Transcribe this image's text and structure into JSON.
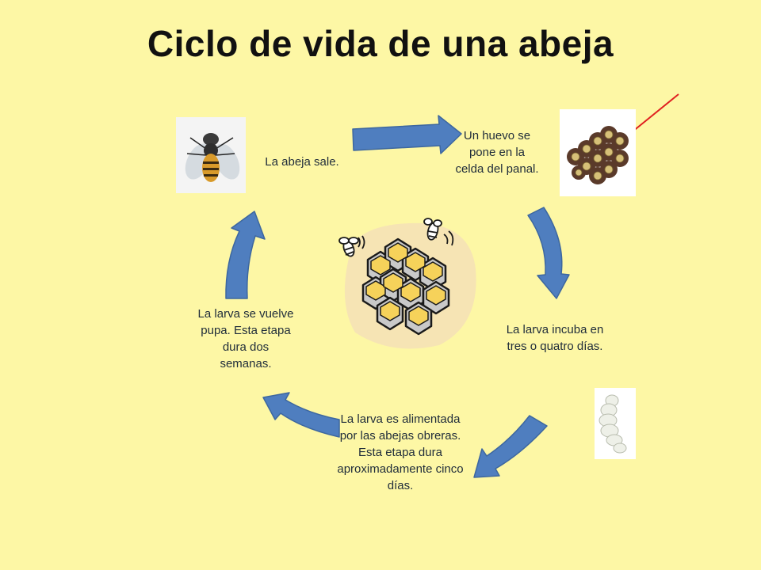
{
  "title": "Ciclo de vida de una abeja",
  "steps": [
    "Un huevo se pone en la celda del panal.",
    "La larva incuba en tres o quatro días.",
    "La larva es alimentada por las abejas obreras. Esta etapa dura aproximadamente cinco días.",
    "La larva se vuelve pupa. Esta etapa dura dos semanas.",
    "La abeja sale."
  ],
  "colors": {
    "background": "#FDF7A5",
    "arrow_fill": "#4F7EBF",
    "arrow_stroke": "#3D679F",
    "pointer_arrow": "#E02020"
  },
  "icons": [
    "fly-photo-icon",
    "honeycomb-eggs-photo-icon",
    "larva-photo-icon",
    "honeycomb-bees-clipart-icon",
    "red-pointer-arrow-icon"
  ]
}
